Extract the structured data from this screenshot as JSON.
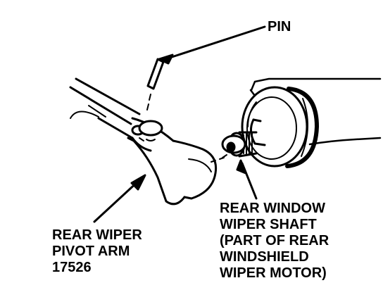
{
  "labels": {
    "pin": "PIN",
    "pivot_arm": [
      "REAR WIPER",
      "PIVOT ARM",
      "17526"
    ],
    "wiper_shaft": [
      "REAR WINDOW",
      "WIPER SHAFT",
      "(PART OF REAR",
      "WINDSHIELD",
      "WIPER MOTOR)"
    ]
  }
}
